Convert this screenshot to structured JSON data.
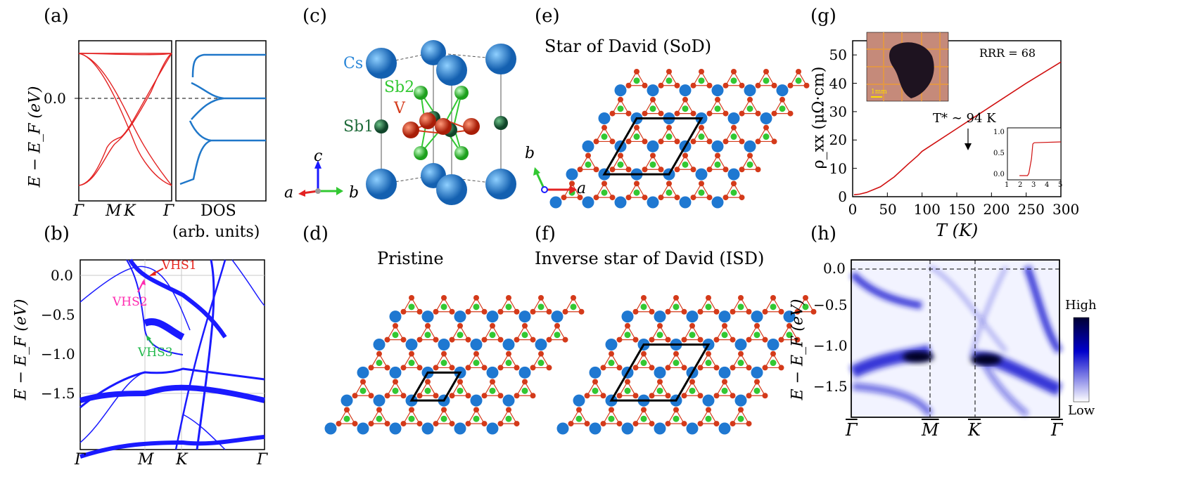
{
  "labels": {
    "a": "(a)",
    "b": "(b)",
    "c": "(c)",
    "d": "(d)",
    "e": "(e)",
    "f": "(f)",
    "g": "(g)",
    "h": "(h)"
  },
  "panel_a": {
    "ylabel": "E − E_F (eV)",
    "ytick": "0.0",
    "xticks": [
      "Γ",
      "M",
      "K",
      "Γ"
    ],
    "dos_label": "DOS",
    "dos_unit": "(arb. units)"
  },
  "panel_b": {
    "ylabel": "E − E_F (eV)",
    "yticks": [
      "0.0",
      "−0.5",
      "−1.0",
      "−1.5"
    ],
    "xticks": [
      "Γ",
      "M",
      "K",
      "Γ"
    ],
    "annotations": {
      "vhs1": "VHS1",
      "vhs2": "VHS2",
      "vhs3": "VHS3"
    },
    "colors": {
      "bands": "#1a1aff",
      "vhs1": "#e8241c",
      "vhs2": "#ff2bb0",
      "vhs3": "#1fb84a"
    }
  },
  "panel_c": {
    "atoms": {
      "cs": "Cs",
      "sb2": "Sb2",
      "v": "V",
      "sb1": "Sb1"
    },
    "axes": {
      "a": "a",
      "b": "b",
      "c": "c"
    },
    "colors": {
      "cs": "#2a86d8",
      "sb2": "#32c832",
      "v": "#d43a1a",
      "sb1": "#1f6b3a"
    }
  },
  "panel_d": {
    "title": "Pristine"
  },
  "panel_e": {
    "title": "Star of David (SoD)",
    "axes": {
      "a": "a",
      "b": "b"
    }
  },
  "panel_f": {
    "title": "Inverse star of David (ISD)"
  },
  "panel_g": {
    "ylabel": "ρ_xx (μΩ·cm)",
    "xlabel": "T (K)",
    "yticks": [
      "0",
      "10",
      "20",
      "30",
      "40",
      "50"
    ],
    "xticks": [
      "0",
      "50",
      "100",
      "150",
      "200",
      "250",
      "300"
    ],
    "rrr": "RRR = 68",
    "tstar": "T* ∼ 94 K",
    "scale_bar": "1mm",
    "inset_yticks": [
      "0.0",
      "0.5",
      "1.0"
    ],
    "inset_xticks": [
      "1",
      "2",
      "3",
      "4",
      "5"
    ]
  },
  "panel_h": {
    "ylabel": "E − E_F (eV)",
    "yticks": [
      "0.0",
      "−0.5",
      "−1.0",
      "−1.5"
    ],
    "xticks": [
      "Γ",
      "M",
      "K",
      "Γ"
    ],
    "colorbar_high": "High",
    "colorbar_low": "Low"
  },
  "chart_data": [
    {
      "type": "line",
      "panel": "g",
      "xlabel": "T (K)",
      "ylabel": "ρxx (μΩ·cm)",
      "xlim": [
        0,
        300
      ],
      "ylim": [
        0,
        55
      ],
      "x": [
        2,
        10,
        20,
        40,
        60,
        80,
        94,
        100,
        150,
        200,
        250,
        300
      ],
      "y": [
        0.7,
        0.9,
        1.5,
        3.5,
        7,
        11.5,
        14.5,
        16,
        24,
        32,
        40,
        47.5
      ]
    },
    {
      "type": "line",
      "panel": "g-inset",
      "xlim": [
        1,
        5
      ],
      "ylim": [
        0,
        1
      ],
      "x": [
        1.9,
        2.5,
        2.6,
        2.8,
        2.9,
        3.0,
        5.0
      ],
      "y": [
        0.0,
        0.0,
        0.05,
        0.4,
        0.75,
        0.78,
        0.8
      ]
    }
  ]
}
